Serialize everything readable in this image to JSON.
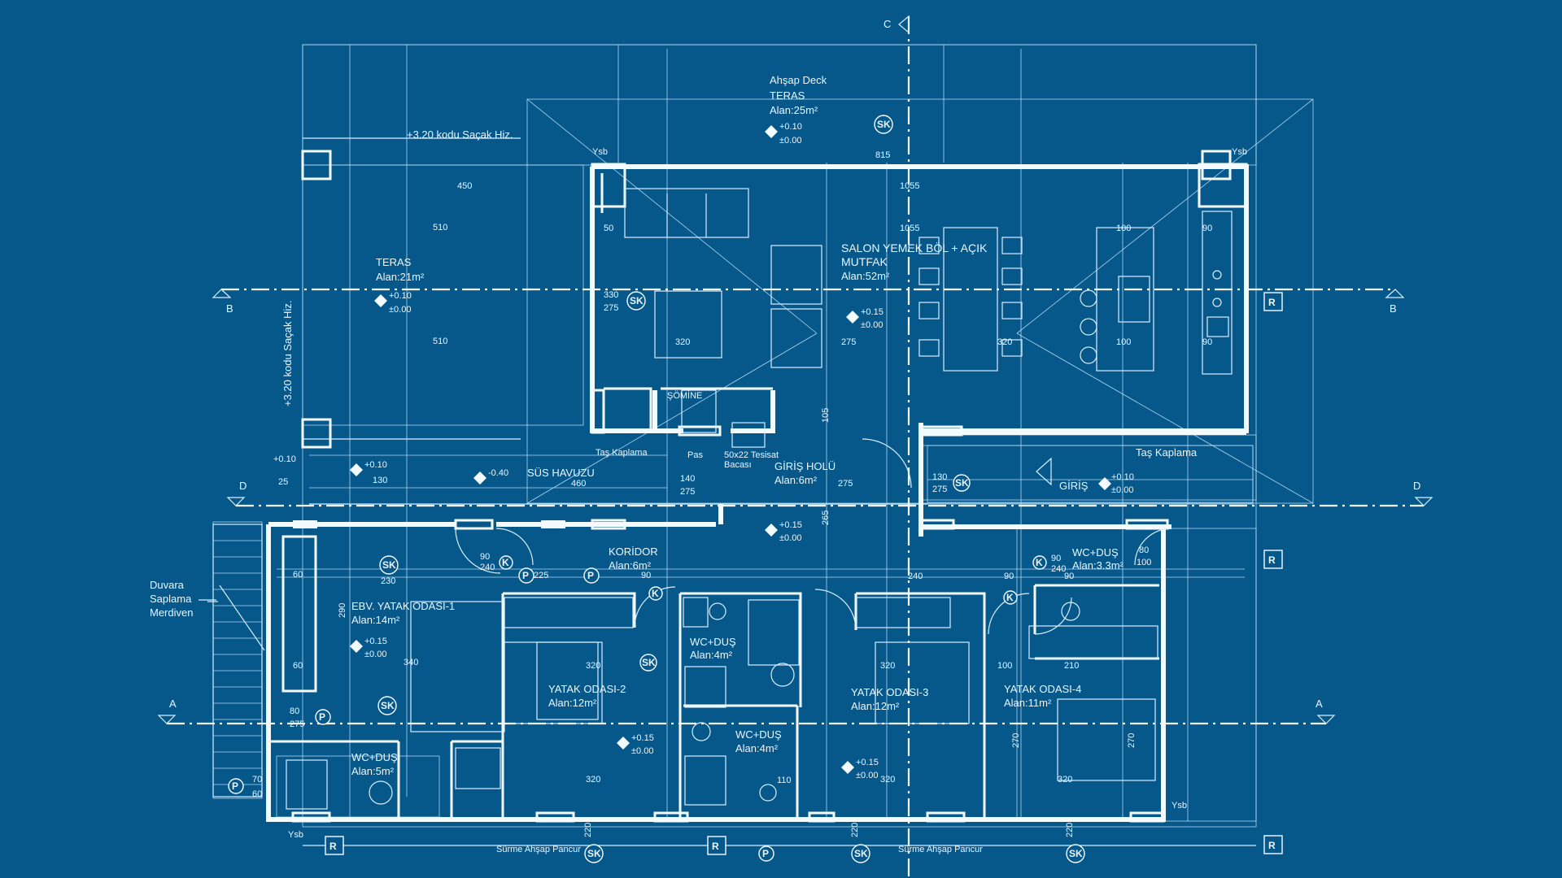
{
  "colors": {
    "background": "#07588a",
    "lines": "#f4fbff",
    "thin": "#bfe3ff"
  },
  "rooms": {
    "deck_title": "Ahşap Deck",
    "teras_top_name": "TERAS",
    "teras_top_area": "Alan:25m²",
    "teras_left_name": "TERAS",
    "teras_left_area": "Alan:21m²",
    "salon_line1": "SALON YEMEK BÖL + AÇIK",
    "salon_line2": "MUTFAK",
    "salon_area": "Alan:52m²",
    "giris_name": "GİRİŞ HOLÜ",
    "giris_area": "Alan:6m²",
    "koridor_name": "KORİDOR",
    "koridor_area": "Alan:6m²",
    "ebv_name": "EBV. YATAK ODASI-1",
    "ebv_area": "Alan:14m²",
    "yatak2_name": "YATAK ODASI-2",
    "yatak2_area": "Alan:12m²",
    "yatak3_name": "YATAK ODASI-3",
    "yatak3_area": "Alan:12m²",
    "yatak4_name": "YATAK ODASI-4",
    "yatak4_area": "Alan:11m²",
    "wc_a_name": "WC+DUŞ",
    "wc_a_area": "Alan:3.3m²",
    "wc_b_name": "WC+DUŞ",
    "wc_b_area": "Alan:4m²",
    "wc_c_name": "WC+DUŞ",
    "wc_c_area": "Alan:4m²",
    "wc_d_name": "WC+DUŞ",
    "wc_d_area": "Alan:5m²",
    "somine": "ŞÖMİNE",
    "sus_havuzu": "SÜS HAVUZU",
    "giris_arrow": "GİRİŞ"
  },
  "notes": {
    "sacak_top": "+3.20 kodu Saçak Hiz.",
    "sacak_left": "+3.20 kodu Saçak Hiz.",
    "tas_left": "Taş Kaplama",
    "tas_right": "Taş Kaplama",
    "tesisat_1": "50x22 Tesisat",
    "tesisat_2": "Bacası",
    "duvara_1": "Duvara",
    "duvara_2": "Saplama",
    "duvara_3": "Merdiven",
    "surme_left": "Sürme Ahşap Pancur",
    "surme_right": "Sürme Ahşap Pancur",
    "ysb": "Ysb",
    "pas": "Pas"
  },
  "levels": {
    "p010": "+0.10",
    "p000": "±0.00",
    "p015": "+0.15",
    "m040": "-0.40"
  },
  "axes": {
    "a": "A",
    "b": "B",
    "c": "C",
    "d": "D"
  },
  "symbols": {
    "sk": "SK",
    "r": "R",
    "p": "P",
    "k": "K"
  },
  "dims": {
    "d330": "330",
    "d275": "275",
    "d320": "320",
    "d450": "450",
    "d510": "510",
    "d140": "140",
    "d130": "130",
    "d100": "100",
    "d90": "90",
    "d240": "240",
    "d225": "225",
    "d80": "80",
    "d60": "60",
    "d70": "70",
    "d210": "210",
    "d1055": "1055",
    "d815": "815",
    "d460": "460",
    "d25": "25",
    "d50": "50",
    "d290": "290",
    "d340": "340",
    "d230": "230",
    "d270": "270",
    "d220": "220",
    "d105": "105",
    "d265": "265",
    "d110": "110"
  }
}
